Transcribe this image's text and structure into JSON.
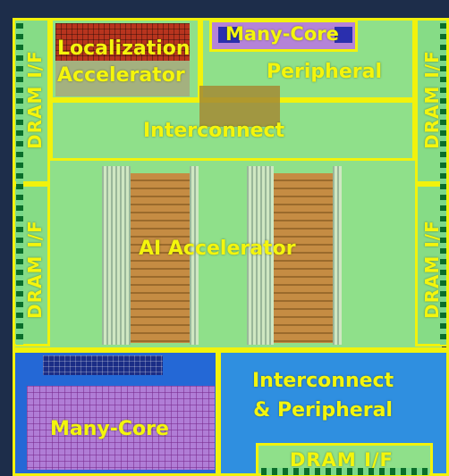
{
  "figure": {
    "blocks": {
      "localization_accelerator": "Localization\nAccelerator",
      "many_core_top": "Many-Core",
      "peripheral": "Peripheral",
      "interconnect": "Interconnect",
      "ai_accelerator": "AI Accelerator",
      "many_core_bottom": "Many-Core",
      "interconnect_peripheral": "Interconnect\n& Peripheral",
      "dram_if_bottom": "DRAM I/F",
      "dram_if_left_top": "DRAM I/F",
      "dram_if_left_bottom": "DRAM I/F",
      "dram_if_right_top": "DRAM I/F",
      "dram_if_right_bottom": "DRAM I/F"
    },
    "colors": {
      "label": "#f4f50c",
      "outline": "#f2f20c",
      "die_green": "#8fe08a",
      "bottom_blue": "#2f8fe0",
      "bottom_left_blue": "#2468d6"
    }
  }
}
